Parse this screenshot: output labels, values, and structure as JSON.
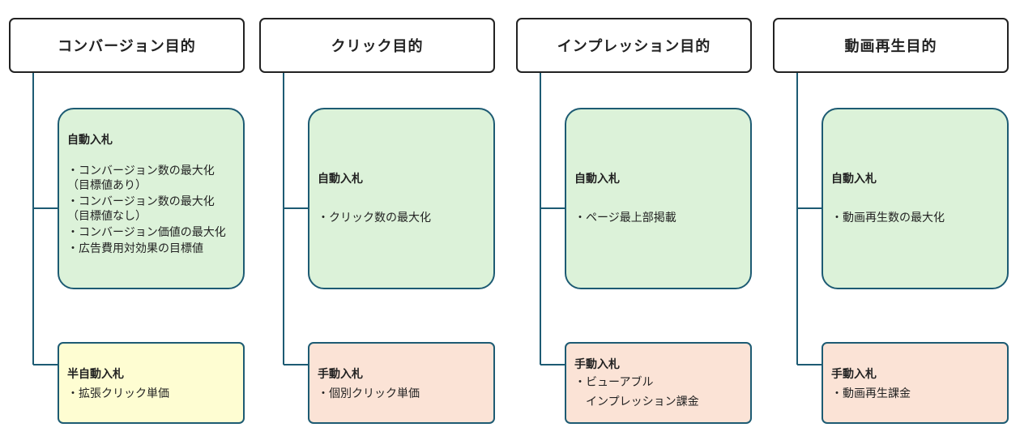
{
  "colors": {
    "connector": "#1d5b73",
    "header_border": "#222222",
    "auto_bid_fill": "#dcf2d9",
    "semi_auto_fill": "#fefdd2",
    "manual_fill": "#fbe3d6"
  },
  "columns": [
    {
      "header": "コンバージョン目的",
      "auto": {
        "title": "自動入札",
        "items": [
          [
            "・コンバージョン数の最大化",
            "（目標値あり）"
          ],
          [
            "・コンバージョン数の最大化",
            "（目標値なし）"
          ],
          [
            "・コンバージョン価値の最大化"
          ],
          [
            "・広告費用対効果の目標値"
          ]
        ]
      },
      "manual": {
        "title": "半自動入札",
        "items": [
          [
            "・拡張クリック単価"
          ]
        ]
      }
    },
    {
      "header": "クリック目的",
      "auto": {
        "title": "自動入札",
        "items": [
          [
            "・クリック数の最大化"
          ]
        ]
      },
      "manual": {
        "title": "手動入札",
        "items": [
          [
            "・個別クリック単価"
          ]
        ]
      }
    },
    {
      "header": "インプレッション目的",
      "auto": {
        "title": "自動入札",
        "items": [
          [
            "・ページ最上部掲載"
          ]
        ]
      },
      "manual": {
        "title": "手動入札",
        "items": [
          [
            "・ビューアブル",
            "　インプレッション課金"
          ]
        ]
      }
    },
    {
      "header": "動画再生目的",
      "auto": {
        "title": "自動入札",
        "items": [
          [
            "・動画再生数の最大化"
          ]
        ]
      },
      "manual": {
        "title": "手動入札",
        "items": [
          [
            "・動画再生課金"
          ]
        ]
      }
    }
  ]
}
